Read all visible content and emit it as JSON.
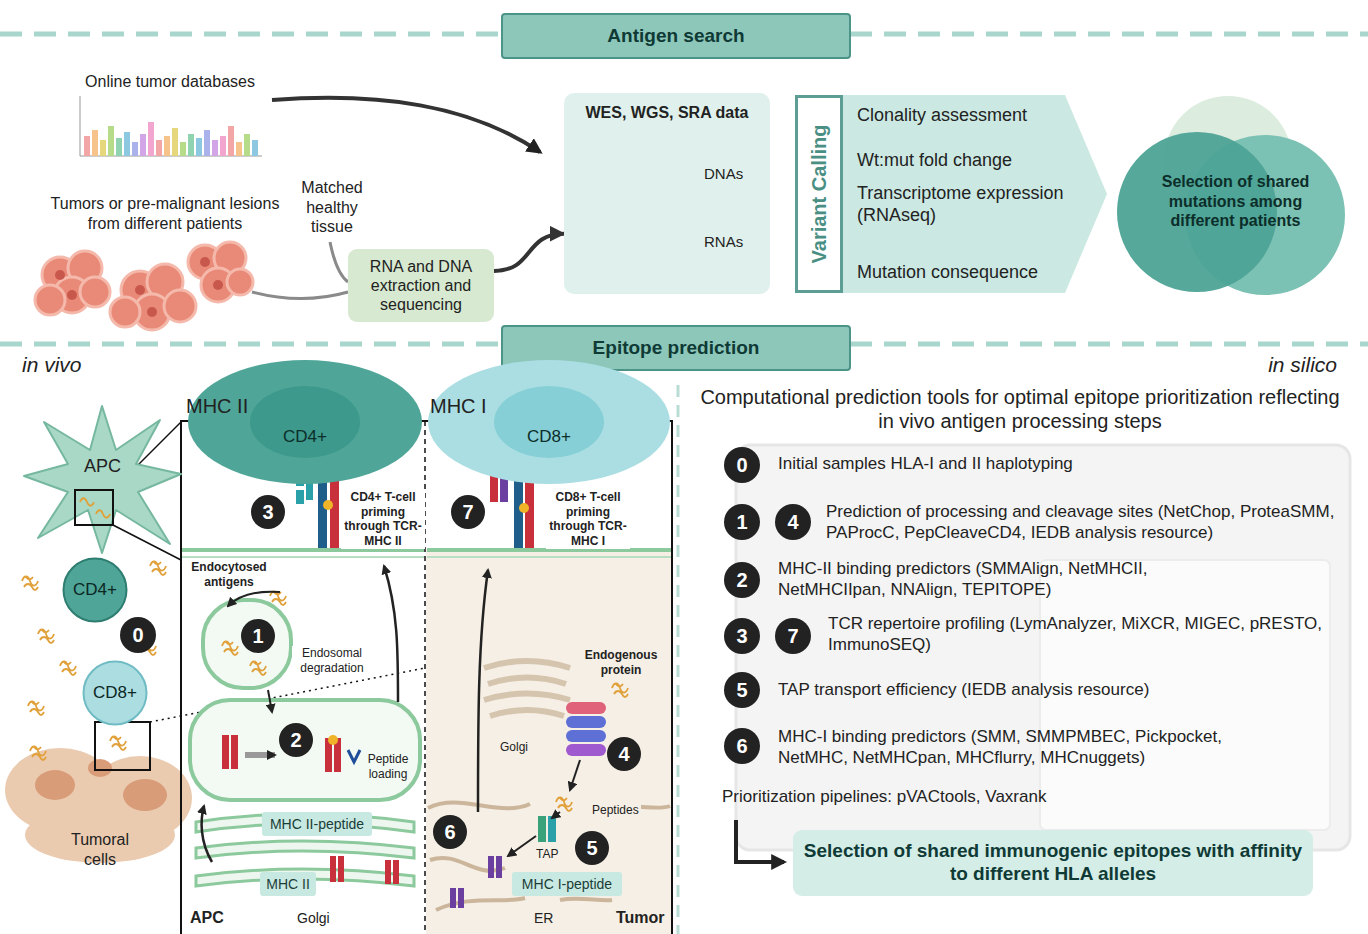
{
  "diagram": {
    "nodes": [
      {
        "text": [
          "Antigen search"
        ]
      },
      {
        "text": [
          "RNA and DNA extraction and sequencing"
        ]
      },
      {
        "text": [
          "WES, WGS, SRA data",
          "DNAs",
          "RNAs"
        ]
      },
      {
        "text": [
          "Clonality assessment",
          "Wt:mut fold change",
          "Transcriptome expression (RNAseq)",
          "Mutation consequence"
        ]
      },
      {
        "text": [
          "Variant Calling"
        ],
        "in": 3
      },
      {
        "text": [
          "Selection of shared mutations among different patients"
        ]
      },
      {
        "text": [
          "Epitope prediction"
        ]
      },
      {
        "text": [
          "APC"
        ]
      },
      {
        "text": [
          "CD4+"
        ]
      },
      {
        "text": [
          "0"
        ]
      },
      {
        "text": [
          "CD8+"
        ]
      },
      {
        "text": [
          "CD4+"
        ]
      },
      {
        "text": [
          "CD8+"
        ]
      },
      {
        "text": [
          "3"
        ]
      },
      {
        "text": [
          "7"
        ]
      },
      {
        "text": [
          "1"
        ]
      },
      {
        "text": [
          "2"
        ]
      },
      {
        "text": [
          "4"
        ]
      },
      {
        "text": [
          "6"
        ]
      },
      {
        "text": [
          "5"
        ]
      },
      {
        "text": [
          "MHC II-peptide"
        ]
      },
      {
        "text": [
          "MHC II"
        ]
      },
      {
        "text": [
          "MHC I-peptide"
        ]
      },
      {
        "text": [
          "0"
        ]
      },
      {
        "text": [
          "1"
        ]
      },
      {
        "text": [
          "4"
        ]
      },
      {
        "text": [
          "2"
        ]
      },
      {
        "text": [
          "3"
        ]
      },
      {
        "text": [
          "7"
        ]
      },
      {
        "text": [
          "5"
        ]
      },
      {
        "text": [
          "6"
        ]
      },
      {
        "text": [
          "Selection of shared immunogenic epitopes with affinity to different HLA alleles"
        ]
      }
    ],
    "edges": [
      {
        "from": 1,
        "to": 2,
        "arrow": "to"
      }
    ],
    "labels": [
      "Online tumor databases",
      "Tumors or pre-malignant lesions from different patients",
      "Matched healthy tissue",
      "in vivo",
      "in silico",
      "Tumoral cells",
      "MHC II",
      "MHC I",
      "CD4+ T-cell priming through TCR-MHC II",
      "CD8+ T-cell priming through TCR-MHC I",
      "Endocytosed antigens",
      "Endosomal degradation",
      "Peptide loading",
      "Endogenous protein",
      "Golgi",
      "Peptides",
      "TAP",
      "Golgi",
      "ER",
      "APC",
      "Tumor",
      "Computational prediction tools for optimal epitope prioritization reflecting in vivo antigen processing steps",
      "Initial samples HLA-I and II haplotyping",
      "Prediction of processing and cleavage sites (NetChop, ProteaSMM, PAProcC, PepCleaveCD4, IEDB analysis resource)",
      "MHC-II binding predictors (SMMAlign, NetMHCII, NetMHCIIpan, NNAlign, TEPITOPE)",
      "TCR repertoire profiling (LymAnalyzer, MiXCR, MIGEC, pRESTO, ImmunoSEQ)",
      "TAP transport efficiency (IEDB analysis resource)",
      "MHC-I binding predictors (SMM, SMMPMBEC, Pickpocket, NetMHC, NetMHCpan, MHCflurry, MHCnuggets)",
      "Prioritization pipelines: pVACtools, Vaxrank"
    ]
  }
}
